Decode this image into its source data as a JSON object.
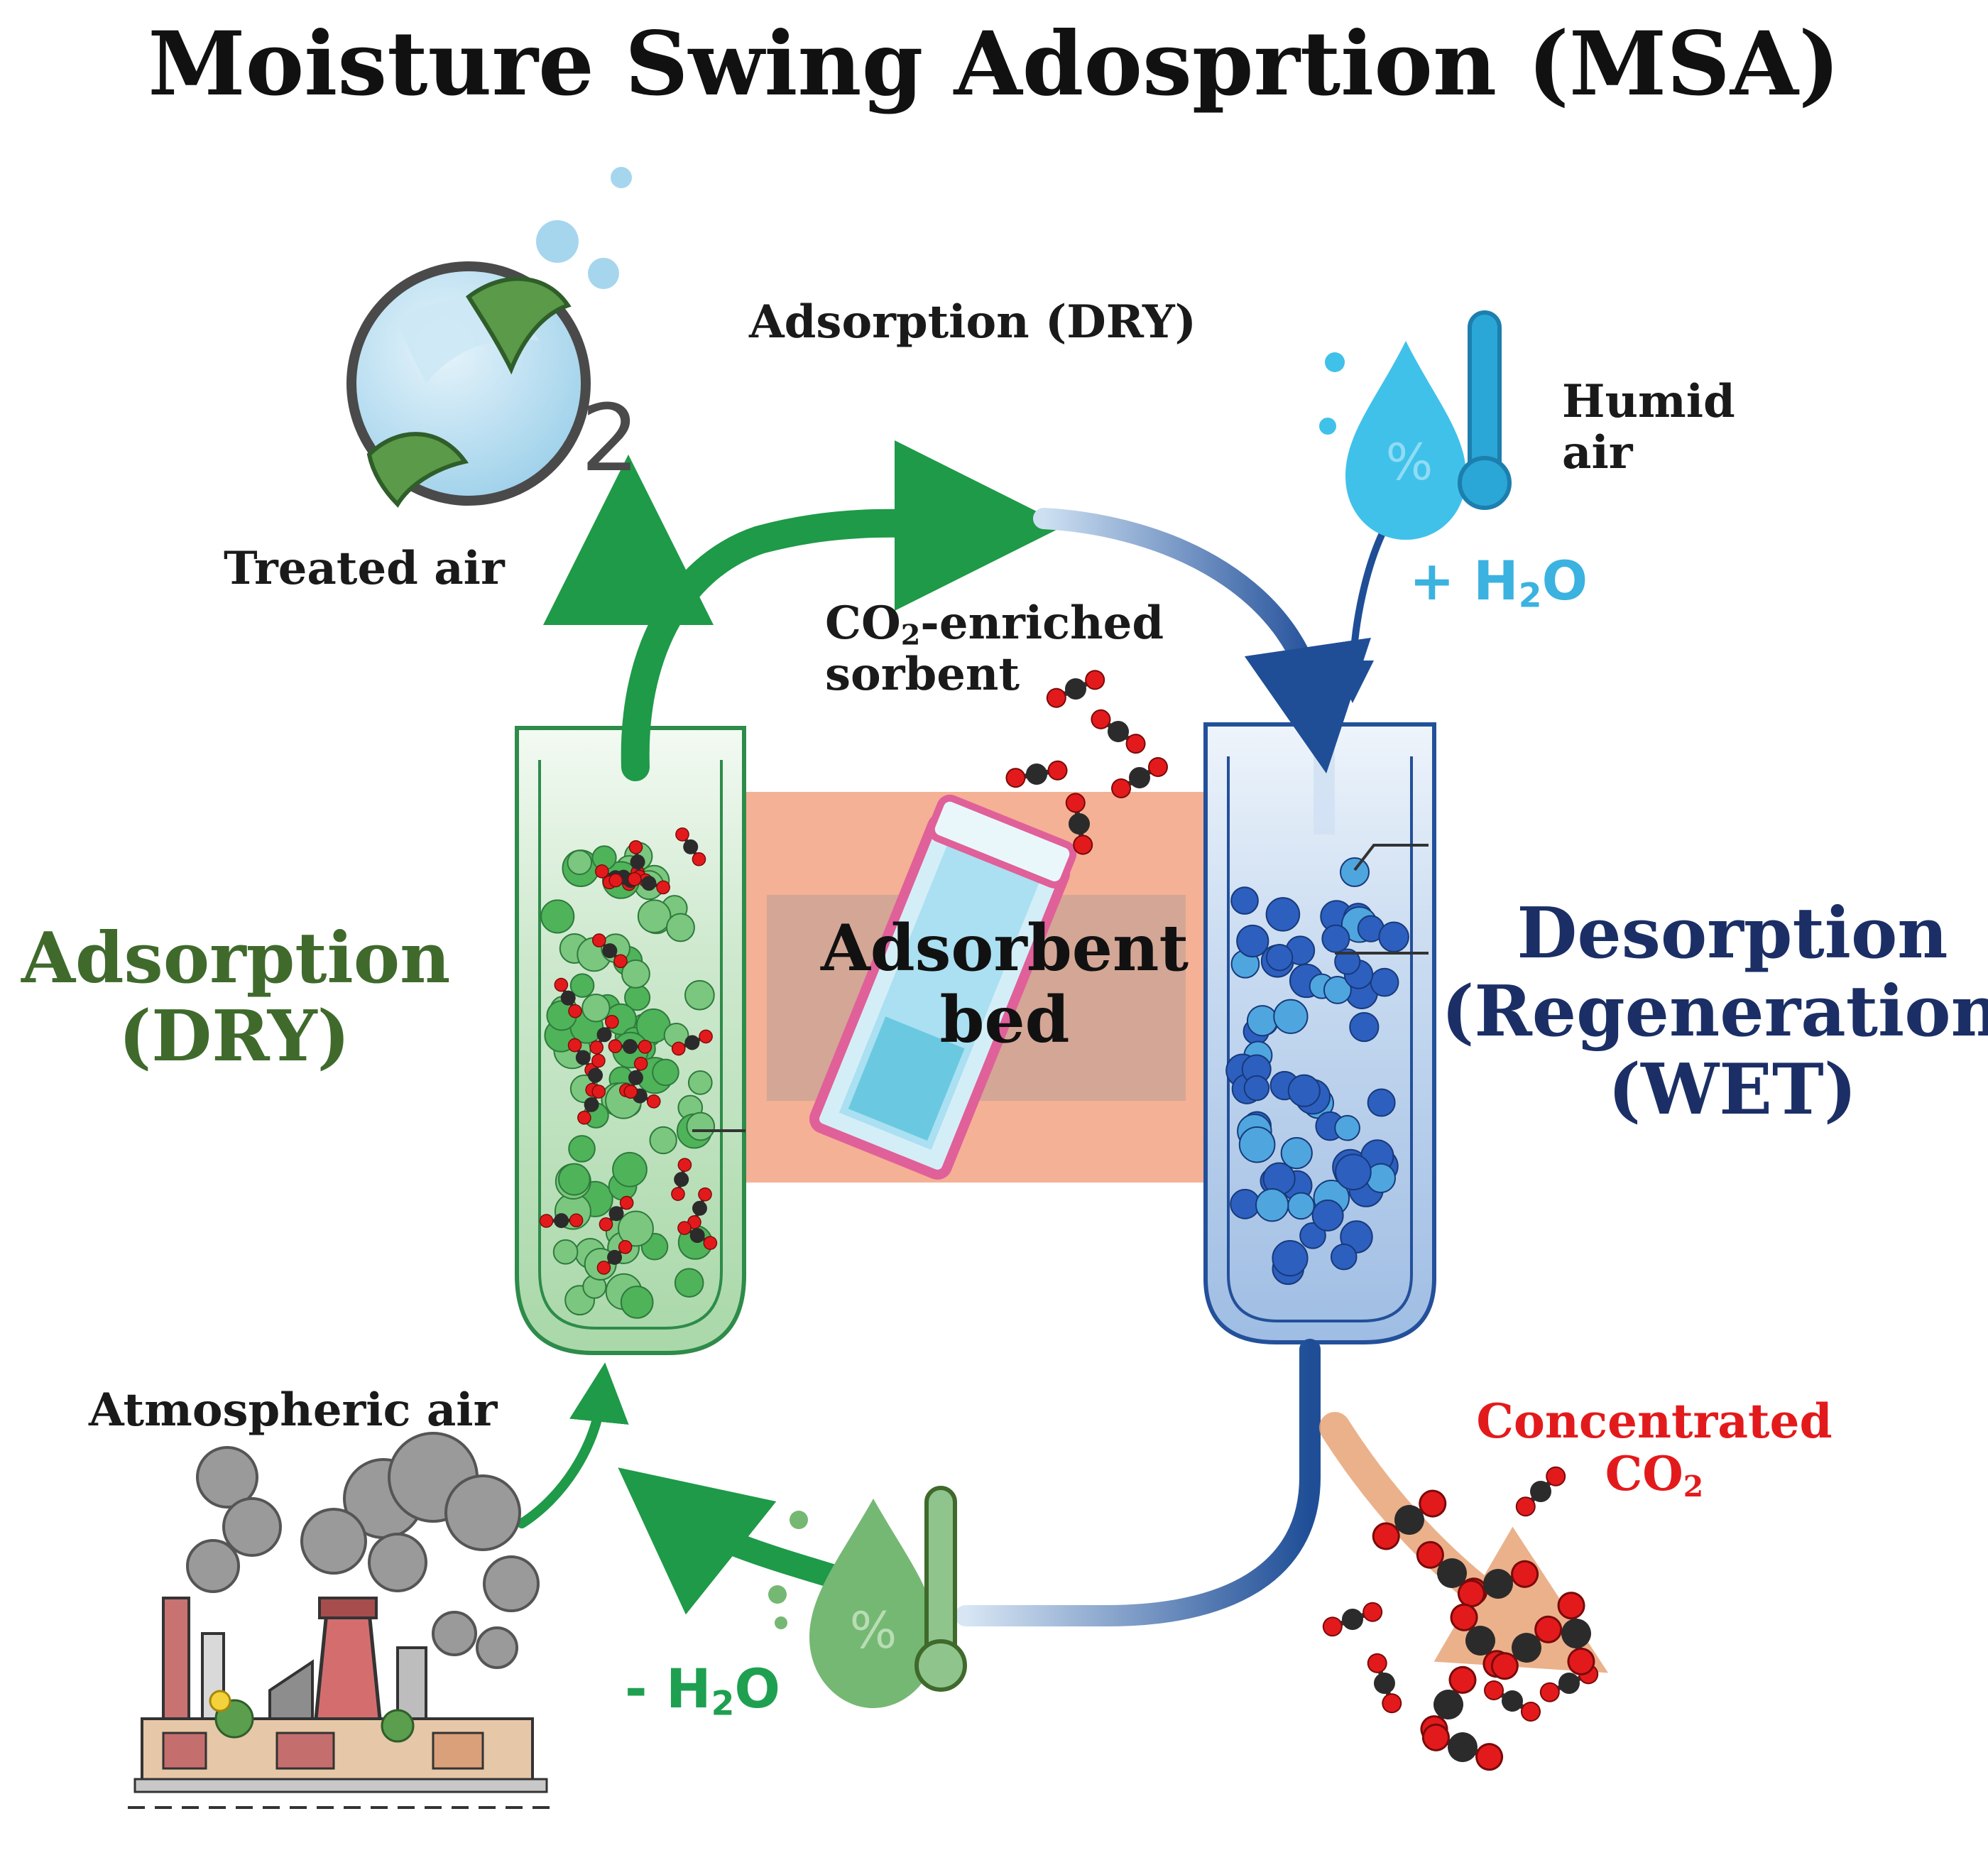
{
  "diagram": {
    "title": "Moisture Swing Adosprtion (MSA)",
    "treated_air": "Treated air",
    "o2_subscript": "2",
    "top_adsorption_label": "Adsorption (DRY)",
    "humid_air": {
      "line1": "Humid",
      "line2": "air"
    },
    "plus_h2o": {
      "sign": "+ H",
      "sub": "2",
      "tail": "O"
    },
    "co2_enriched": {
      "prefix": "CO",
      "sub": "2",
      "suffix": "-enriched",
      "line2": "sorbent"
    },
    "adsorption_dry": {
      "line1": "Adsorption",
      "line2": "(DRY)"
    },
    "desorption": {
      "line1": "Desorption",
      "line2": "(Regeneration)",
      "line3": "(WET)"
    },
    "adsorbent_bed": {
      "line1": "Adsorbent",
      "line2": "bed"
    },
    "atmospheric_air": "Atmospheric air",
    "minus_h2o": {
      "sign": "- H",
      "sub": "2",
      "tail": "O"
    },
    "concentrated_co2": {
      "line1": "Concentrated",
      "line2_prefix": "CO",
      "line2_sub": "2"
    }
  },
  "colors": {
    "adsorption_green": "#3f6a2c",
    "flow_green": "#1e9a48",
    "desorption_navy": "#1b2f66",
    "flow_blue": "#23509a",
    "water_cyan": "#3bb2e0",
    "co2_red": "#e31a1c",
    "bed_salmon": "#f4b195"
  },
  "icons": [
    "earth-o2-icon",
    "humid-air-drop-thermometer-icon",
    "dry-air-drop-thermometer-icon",
    "factory-smoke-icon",
    "co2-molecule-icon",
    "adsorbent-cartridge-icon",
    "green-test-tube-icon",
    "blue-test-tube-icon"
  ]
}
